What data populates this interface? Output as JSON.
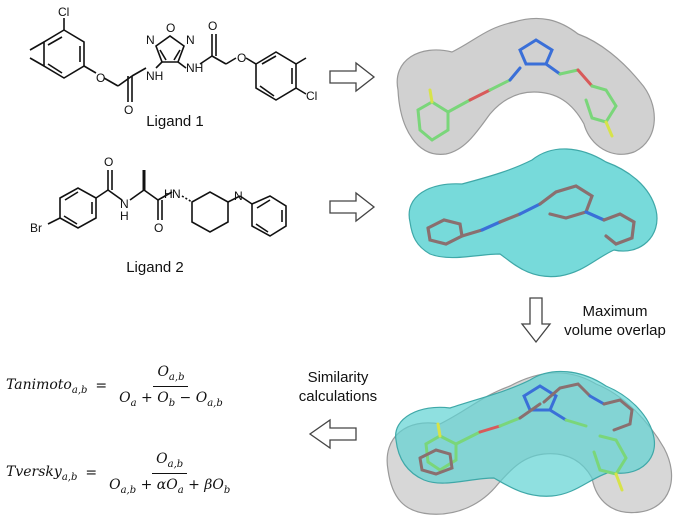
{
  "ligands": [
    {
      "name": "Ligand 1",
      "atoms": [
        "Cl",
        "O",
        "O",
        "N",
        "N",
        "NH",
        "NH",
        "O",
        "O",
        "O",
        "Cl"
      ]
    },
    {
      "name": "Ligand 2",
      "atoms": [
        "O",
        "Br",
        "N",
        "H",
        "N",
        "H",
        "O",
        "N"
      ]
    }
  ],
  "steps": {
    "overlap": "Maximum\nvolume overlap",
    "similarity": "Similarity\ncalculations"
  },
  "formulas": {
    "tanimoto": {
      "lhs": "Tanimoto",
      "sub": "a,b",
      "num": "O",
      "num_sub": "a,b",
      "den": [
        {
          "t": "O",
          "s": "a"
        },
        {
          "t": " + O",
          "s": "b"
        },
        {
          "t": " − O",
          "s": "a,b"
        }
      ]
    },
    "tversky": {
      "lhs": "Tversky",
      "sub": "a,b",
      "num": "O",
      "num_sub": "a,b",
      "den": [
        {
          "t": "O",
          "s": "a,b"
        },
        {
          "t": " + αO",
          "s": "a"
        },
        {
          "t": " + βO",
          "s": "b"
        }
      ]
    }
  },
  "colors": {
    "surface_gray": "#c9c9c9",
    "surface_cyan": "#5fd3d3",
    "carbon_green": "#7ad67a",
    "carbon_brown": "#8a6f6f",
    "nitrogen_blue": "#3a6fd8",
    "oxygen_red": "#d85a5a",
    "halogen_yellow": "#d7e34a"
  }
}
